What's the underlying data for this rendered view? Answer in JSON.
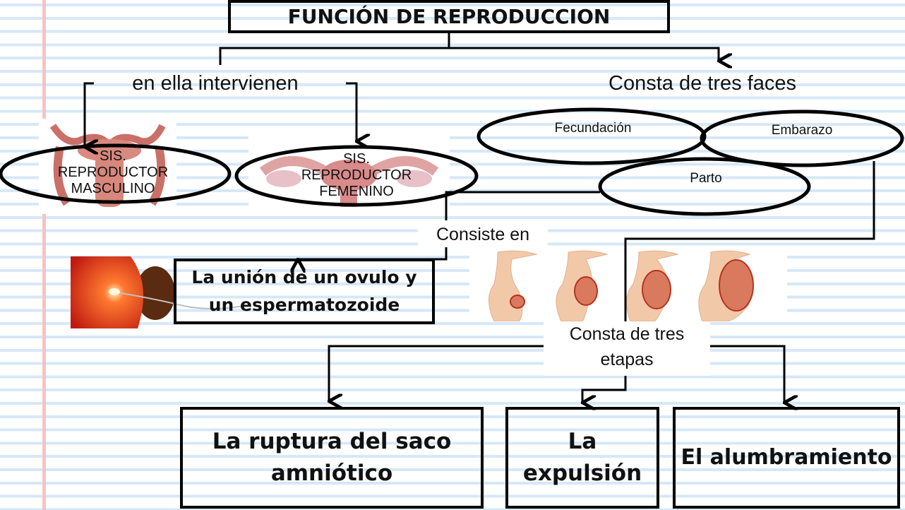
{
  "title": "FUNCIÓN DE REPRODUCCION",
  "branches": {
    "left_label": "en ella intervienen",
    "right_label": "Consta de tres faces"
  },
  "systems": [
    {
      "line1": "SIS.",
      "line2": "REPRODUCTOR",
      "line3": "MASCULINO"
    },
    {
      "line1": "SIS.",
      "line2": "REPRODUCTOR",
      "line3": "FEMENINO"
    }
  ],
  "phases": [
    "Fecundación",
    "Embarazo",
    "Parto"
  ],
  "fecundacion": {
    "connector_label": "Consiste en",
    "definition_line1": "La unión de un ovulo y",
    "definition_line2": "un espermatozoide"
  },
  "parto": {
    "connector_line1": "Consta de tres",
    "connector_line2": "etapas",
    "stages": [
      {
        "line1": "La ruptura del saco",
        "line2": "amniótico"
      },
      {
        "line1": "La",
        "line2": "expulsión"
      },
      {
        "line1": "El alumbramiento",
        "line2": ""
      }
    ]
  },
  "colors": {
    "rule_line": "#d6e8f8",
    "margin_line": "#f7c3c3",
    "stroke": "#000000"
  }
}
